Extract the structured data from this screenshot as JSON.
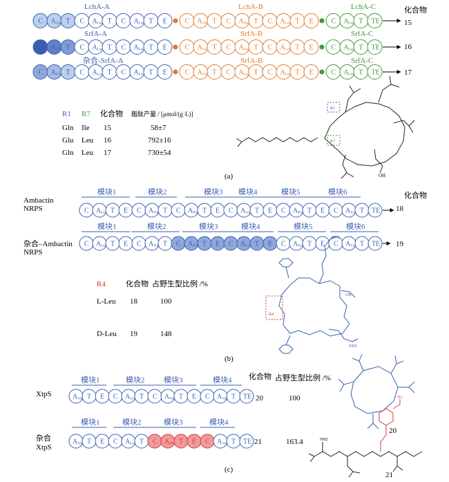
{
  "panel_a": {
    "rows": [
      {
        "labels": [
          "LchA-A",
          "LchA-B",
          "LchA-C"
        ],
        "compound": "15"
      },
      {
        "labels": [
          "SrfA-A",
          "SrfA-B",
          "SrfA-C"
        ],
        "compound": "16"
      },
      {
        "labels": [
          "杂合-SrfA-A",
          "SrfA-B",
          "SrfA-C"
        ],
        "compound": "17"
      }
    ],
    "compound_header": "化合物",
    "table": {
      "headers": [
        "R1",
        "R7",
        "化合物",
        "脂肽产量 / [μmol/(g·L)]"
      ],
      "rows": [
        [
          "Gln",
          "Ile",
          "15",
          "58±7"
        ],
        [
          "Glu",
          "Leu",
          "16",
          "792±16"
        ],
        [
          "Gln",
          "Leu",
          "17",
          "730±54"
        ]
      ]
    },
    "caption": "(a)",
    "r1_label": "R1",
    "r7_label": "R7",
    "oh_label": "OH"
  },
  "panel_b": {
    "row1_name": [
      "Ambactin",
      "NRPS"
    ],
    "row2_name": [
      "杂合–Ambactin",
      "NRPS"
    ],
    "modules": [
      "模块1",
      "模块2",
      "模块3",
      "模块4",
      "模块5",
      "模块6"
    ],
    "compound_header": "化合物",
    "compounds": [
      "18",
      "19"
    ],
    "table": {
      "headers": [
        "R4",
        "化合物",
        "占野生型比例 /%"
      ],
      "rows": [
        [
          "L-Leu",
          "18",
          "100"
        ],
        [
          "D-Leu",
          "19",
          "148"
        ]
      ]
    },
    "caption": "(b)",
    "r4_label": "R4",
    "struct_labels": {
      "oh": "OH",
      "nh2": "NH2",
      "o": "O"
    }
  },
  "panel_c": {
    "row1_name": "XtpS",
    "row2_name": [
      "杂合",
      "XtpS"
    ],
    "modules": [
      "模块1",
      "模块2",
      "模块3",
      "模块4"
    ],
    "compound_header": "化合物",
    "ratio_header": "占野生型比例 /%",
    "rows": [
      {
        "compound": "20",
        "ratio": "100"
      },
      {
        "compound": "21",
        "ratio": "163.4"
      }
    ],
    "struct_labels": [
      "20",
      "21"
    ],
    "n3": "N3",
    "nh2": "NH2",
    "caption": "(c)"
  },
  "domains": {
    "C": "C",
    "T": "T",
    "E": "E",
    "TE": "TE",
    "A": "A",
    "sub": {
      "Glu": "Glu",
      "Leu": "Leu",
      "Val": "Val",
      "Asp": "Asp",
      "Ile": "Ile",
      "Phe": "Phe",
      "Pro": "Pro",
      "Lys": "Lys",
      "Ser": "Ser",
      "Thr": "Thr",
      "Gln": "Gln",
      "Tyr": "Tyr"
    }
  },
  "colors": {
    "blue": "#3a5fb0",
    "orange": "#e07a2c",
    "green": "#3f9a3a",
    "red": "#d23b3b",
    "fill_blue": "#8fa8da",
    "fill_red": "#f29a9a"
  }
}
